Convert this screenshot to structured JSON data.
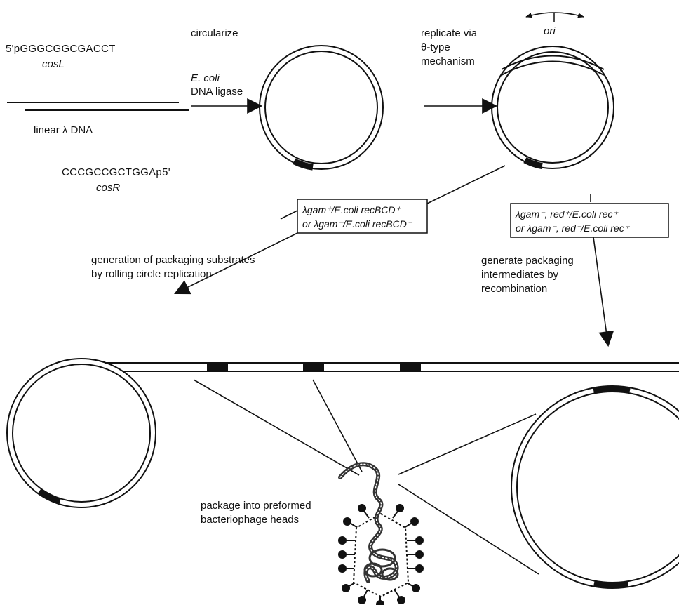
{
  "labels": {
    "cosL_seq": "5'pGGGCGGCGACCT",
    "cosL_name": "cosL",
    "linear": "linear λ DNA",
    "cosR_seq": "CCCGCCGCTGGAp5'",
    "cosR_name": "cosR",
    "circularize": "circularize",
    "ecoli": "E. coli",
    "ligase": "DNA ligase",
    "replicate_1": "replicate via",
    "replicate_2": "θ-type",
    "replicate_3": "mechanism",
    "ori": "ori",
    "gen_subs_1": "generation of packaging substrates",
    "gen_subs_2": "by rolling circle replication",
    "gen_int_1": "generate packaging",
    "gen_int_2": "intermediates by",
    "gen_int_3": "recombination",
    "package_1": "package into preformed",
    "package_2": "bacteriophage heads"
  },
  "box_left": {
    "line1": "λgam⁺/E.coli recBCD⁺",
    "line2": "or λgam⁻/E.coli recBCD⁻"
  },
  "box_right": {
    "line1": "λgam⁻, red⁺/E.coli rec⁺",
    "line2": "or λgam⁻, red⁻/E.coli rec⁺"
  }
}
